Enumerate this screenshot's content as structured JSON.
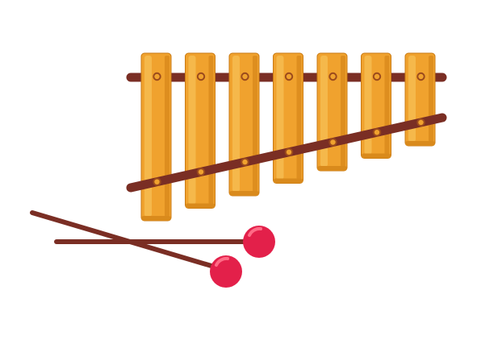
{
  "scene": {
    "subject": "xylophone-with-two-mallets",
    "bar_count": 7,
    "mallet_count": 2,
    "colors": {
      "background": "#ffffff",
      "bar_fill": "#f0a22e",
      "bar_highlight": "#f7bf55",
      "bar_shadow": "#d98a1c",
      "bar_edge": "#c97a14",
      "rail": "#7a2e24",
      "screw": "#9b4a1c",
      "mallet_stick": "#7a2e24",
      "mallet_head": "#e3204a",
      "mallet_head_highlight": "#ff5a78"
    }
  }
}
